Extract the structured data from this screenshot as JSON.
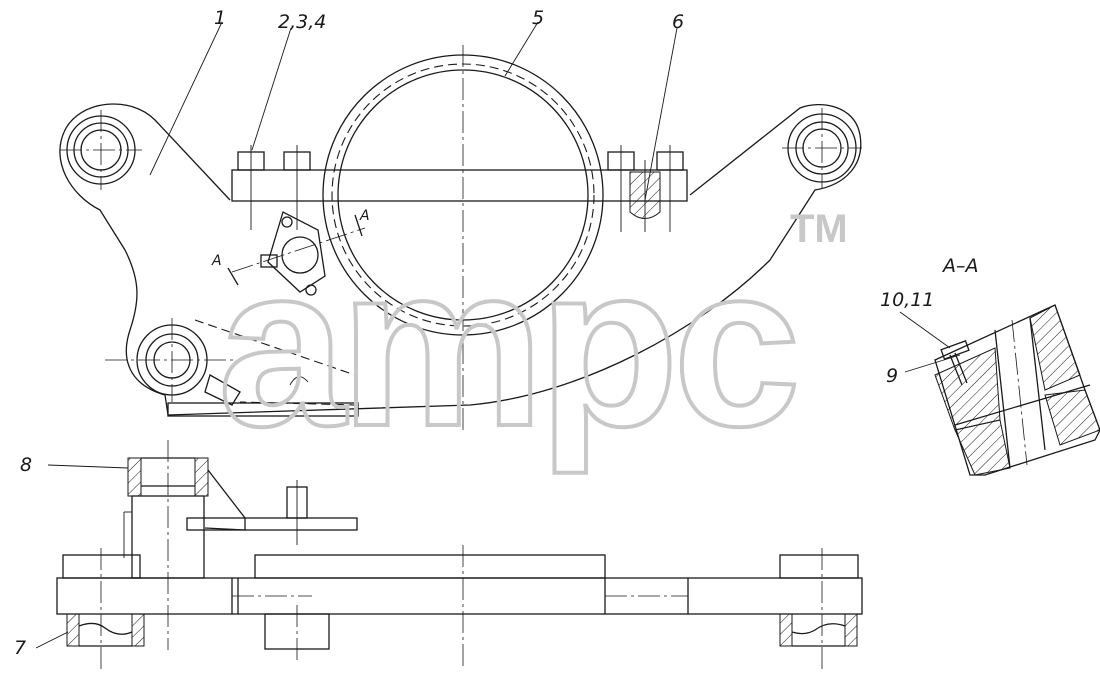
{
  "labels": {
    "p1": "1",
    "p234": "2,3,4",
    "p5": "5",
    "p6": "6",
    "p7": "7",
    "p8": "8",
    "p9": "9",
    "p1011": "10,11",
    "section_title": "A–A",
    "section_mark_left": "A",
    "section_mark_right": "A"
  },
  "watermark": {
    "text": "ampc",
    "tm": "TM",
    "color": "#c8c8c8"
  },
  "colors": {
    "line": "#1a1a1a",
    "background": "#ffffff"
  }
}
